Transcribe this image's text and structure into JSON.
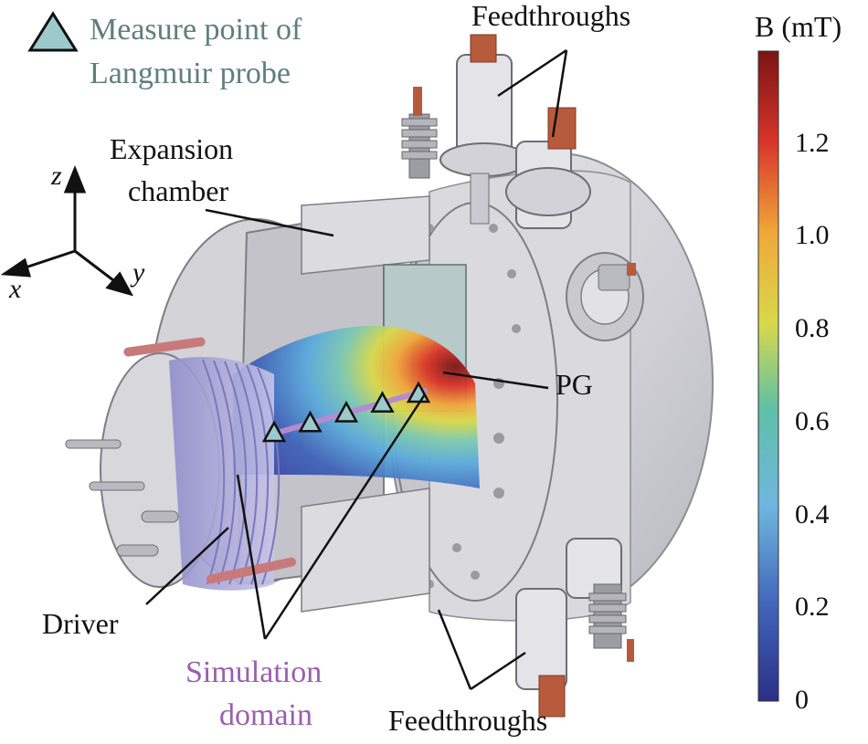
{
  "legend": {
    "measure_point_line1": "Measure point of",
    "measure_point_line2": "Langmuir probe",
    "marker_color": "#9cc9cc"
  },
  "labels": {
    "feedthroughs_top": "Feedthroughs",
    "feedthroughs_bottom": "Feedthroughs",
    "expansion_line1": "Expansion",
    "expansion_line2": "chamber",
    "pg": "PG",
    "driver": "Driver",
    "simulation_line1": "Simulation",
    "simulation_line2": "domain"
  },
  "axes": {
    "z": "z",
    "x": "x",
    "y": "y"
  },
  "colorbar": {
    "title": "B (mT)",
    "ticks": [
      "1.2",
      "1.0",
      "0.8",
      "0.6",
      "0.4",
      "0.2",
      "0"
    ],
    "tick_values": [
      1.2,
      1.0,
      0.8,
      0.6,
      0.4,
      0.2,
      0
    ],
    "range": [
      0,
      1.4
    ],
    "colors": [
      "#2b2f86",
      "#3f62b8",
      "#6fb6df",
      "#5ec0a7",
      "#d7d94a",
      "#f0a83a",
      "#d9352a",
      "#7a1414"
    ]
  },
  "colors": {
    "metal": "#d4d4d8",
    "metal_dark": "#9a9aa0",
    "coil": "#a9a7d6",
    "copper": "#b85a3c",
    "simulation_line": "#b58ad0"
  }
}
